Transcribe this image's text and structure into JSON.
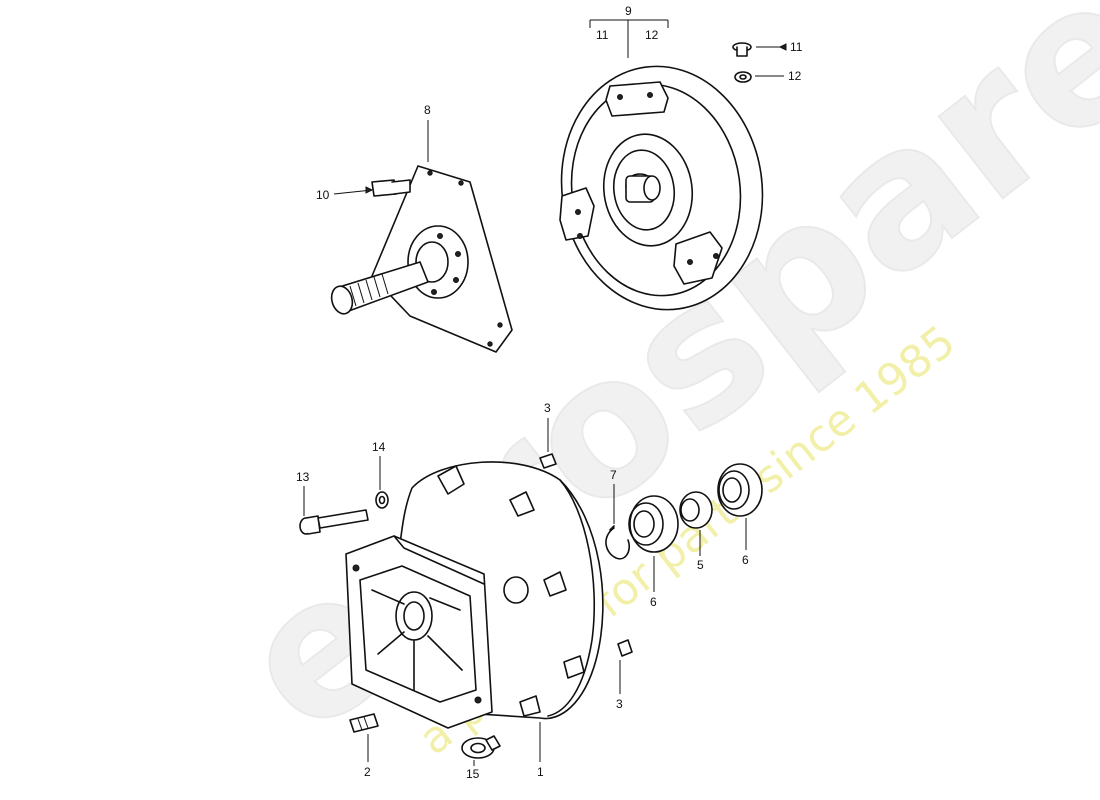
{
  "watermark": {
    "brand": "eurospares",
    "tagline": "a passion for parts since 1985"
  },
  "callouts": {
    "c1": "1",
    "c2": "2",
    "c3a": "3",
    "c3b": "3",
    "c5": "5",
    "c6a": "6",
    "c6b": "6",
    "c7": "7",
    "c8": "8",
    "c9": "9",
    "c9_sub11": "11",
    "c9_sub12": "12",
    "c10": "10",
    "c11": "11",
    "c12": "12",
    "c13": "13",
    "c14": "14",
    "c15": "15"
  },
  "colors": {
    "ink": "#111111",
    "watermark_grey": "#f1f1f1",
    "watermark_yellow": "#f2f0a8"
  }
}
